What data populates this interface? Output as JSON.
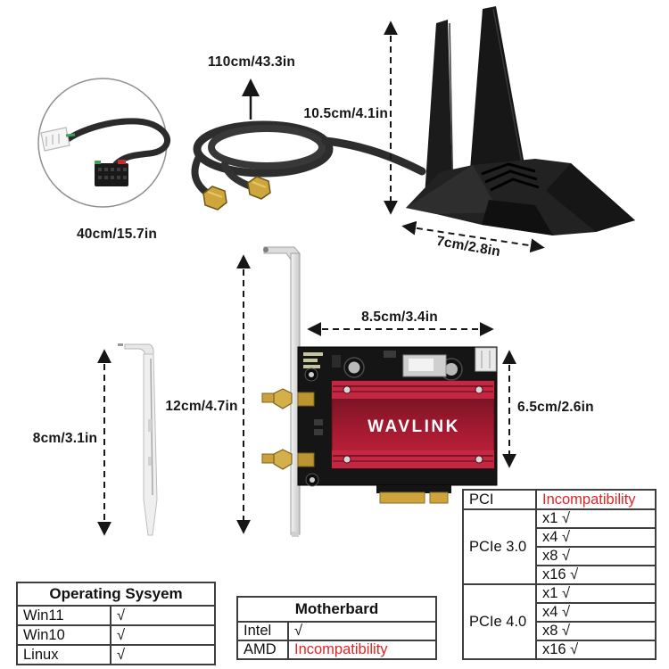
{
  "dimensions": {
    "usb_cable": "40cm/15.7in",
    "antenna_cable": "110cm/43.3in",
    "antenna_height": "10.5cm/4.1in",
    "stand_width": "7cm/2.8in",
    "low_profile_bracket_height": "8cm/3.1in",
    "standard_bracket_height": "12cm/4.7in",
    "card_length": "8.5cm/3.4in",
    "card_height": "6.5cm/2.6in"
  },
  "card": {
    "brand": "WAVLINK"
  },
  "tables": {
    "os": {
      "title": "Operating Sysyem",
      "rows": [
        {
          "label": "Win11",
          "value": "√"
        },
        {
          "label": "Win10",
          "value": "√"
        },
        {
          "label": "Linux",
          "value": "√"
        }
      ]
    },
    "motherboard": {
      "title": "Motherbard",
      "rows": [
        {
          "label": "Intel",
          "value": "√",
          "status": "compatible"
        },
        {
          "label": "AMD",
          "value": "Incompatibility",
          "status": "incompatible"
        }
      ]
    },
    "pcie": {
      "pci_row": {
        "label": "PCI",
        "value": "Incompatibility",
        "status": "incompatible"
      },
      "groups": [
        {
          "label": "PCIe 3.0",
          "values": [
            "x1 √",
            "x4 √",
            "x8 √",
            "x16 √"
          ]
        },
        {
          "label": "PCIe 4.0",
          "values": [
            "x1 √",
            "x4 √",
            "x8 √",
            "x16 √"
          ]
        }
      ]
    }
  },
  "colors": {
    "incompatibility_red": "#de2626",
    "heatsink_red": "#c0233b",
    "gold": "#c9a23c",
    "table_border": "#3e3e3e",
    "arrow": "#161616"
  }
}
